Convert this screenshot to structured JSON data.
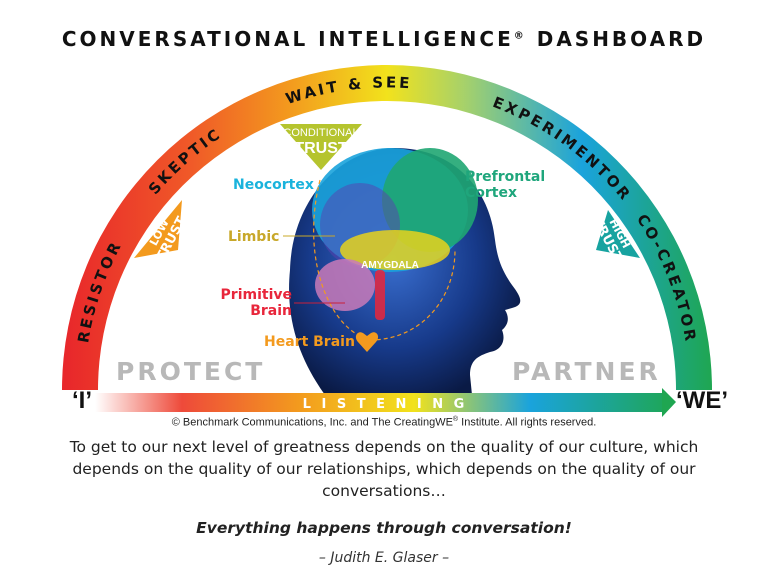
{
  "title": {
    "text": "CONVERSATIONAL INTELLIGENCE",
    "reg": "®",
    "suffix": " DASHBOARD"
  },
  "arc_labels": [
    "RESISTOR",
    "SKEPTIC",
    "WAIT & SEE",
    "EXPERIMENTOR",
    "CO-CREATOR"
  ],
  "trust_markers": {
    "low": [
      "LOW",
      "TRUST"
    ],
    "conditional": [
      "CONDITIONAL",
      "TRUST"
    ],
    "high": [
      "HIGH",
      "TRUST"
    ]
  },
  "brain_labels": {
    "neocortex": "Neocortex",
    "prefrontal": [
      "Prefrontal",
      "Cortex"
    ],
    "limbic": "Limbic",
    "amygdala": "AMYGDALA",
    "primitive": [
      "Primitive",
      "Brain"
    ],
    "heart": "Heart Brain"
  },
  "protect": "PROTECT",
  "partner": "PARTNER",
  "listening": "L I S T E N I N G",
  "left_end": "‘I’",
  "right_end": "‘WE’",
  "copyright": {
    "pre": "© Benchmark Communications, Inc. and The CreatingWE",
    "reg": "®",
    "post": " Institute.  All rights reserved."
  },
  "quote": "To get to our next level of greatness depends on the quality of our culture, which depends on the quality of our relationships, which depends on the quality of our conversations…",
  "tagline": "Everything happens through conversation!",
  "author": "– Judith E. Glaser –",
  "colors": {
    "red": "#e8262b",
    "orange": "#f39a1e",
    "yellow": "#f2e21c",
    "blue": "#1aa3dc",
    "green": "#1fa651",
    "grey": "#b8b8b8"
  }
}
